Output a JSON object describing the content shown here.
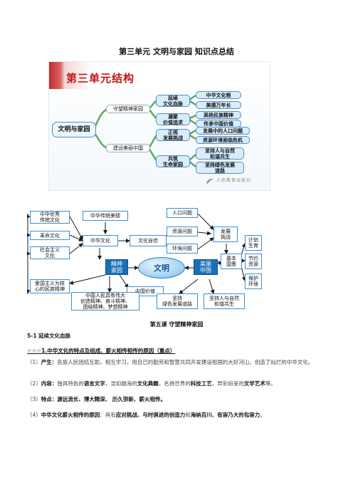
{
  "page_title": "第三单元  文明与家园  知识点总结",
  "diagram1": {
    "banner_title": "第三单元结构",
    "root": "文明与家园",
    "branch_1": "守望精神家园",
    "branch_2": "建设美丽中国",
    "lesson_5_1": "延续\n文化血脉",
    "lesson_5_2": "凝聚\n价值追求",
    "lesson_6_1": "正视\n发展挑战",
    "lesson_6_2": "共筑\n生命家园",
    "leaf_1": "中华文化根",
    "leaf_2": "美德万年长",
    "leaf_3": "高扬民族精神",
    "leaf_4": "传承中国价值",
    "leaf_5": "发展中的人口问题",
    "leaf_6": "资源环境面临危机",
    "leaf_7": "坚持人与自然\n和谐共生",
    "leaf_8": "坚持绿色发展\n道路",
    "publisher": "人民教育出版社"
  },
  "diagram2": {
    "center": "文明",
    "jingshen": "精神\n家园",
    "meili": "美丽\n中国",
    "youxiu": "中华优秀\n传统文化",
    "geming": "革命文化",
    "shehui": "社会主义\n文化",
    "chuantong": "中华传统美德",
    "wenhua": "中华文化",
    "zixin": "文化自信",
    "aiguo": "爱国主义为核\n心的民族精神",
    "jiazhi": "中国价值",
    "renmin": "中国人民具有伟大\n创造精神、奋斗精神、\n团结精神、梦想精神",
    "renkou": "人口问题",
    "ziyuan": "资源问题",
    "huanjing": "环境问题",
    "tiaozhan": "发展\n挑战",
    "guoce": "基本\n国策",
    "jihua": "计划\n生育",
    "jieyue": "节约\n资源",
    "baohu": "保护\n环境",
    "lvse": "坚持\n绿色发展道路",
    "hexie": "坚持人与自然\n和谐共生"
  },
  "lesson_title": "第五课  守望精神家园",
  "section_head": "5-1 延续文化血脉",
  "star_item": {
    "stars": "☆☆☆",
    "text": "1.中华文化的特点及组成、薪火相传相传的原因",
    "note": "（重点）"
  },
  "paragraphs": {
    "p1_num": "（1）",
    "p1_label": "产生：",
    "p1_text": "各族人民团结互助，相互学习，用自己的勤劳和智慧共同开发建设祖国的大好河山，创造了灿烂的中华文化。",
    "p2_num": "（2）",
    "p2_label": "内容：",
    "p2_t1": "独具特色的",
    "p2_b1": "语言文字",
    "p2_t2": "，浩如烟海的",
    "p2_b2": "文化典籍",
    "p2_t3": "，名扬世界的",
    "p2_b3": "科技工艺",
    "p2_t4": "，异彩纷呈的",
    "p2_b4": "文学艺术",
    "p2_t5": "等。",
    "p3_num": "（3）",
    "p3_label": "特点：",
    "p3_text": "源远流长、博大精深、  历久弥新、薪火相传。",
    "p4_num": "（4）",
    "p4_label": "中华文化薪火相传的原因",
    "p4_t1": "：具有",
    "p4_b1": "应对挑战、与时俱进的创造力",
    "p4_t2": "和",
    "p4_b2": "海纳百川、有容乃大的包容力",
    "p4_t3": "。"
  }
}
